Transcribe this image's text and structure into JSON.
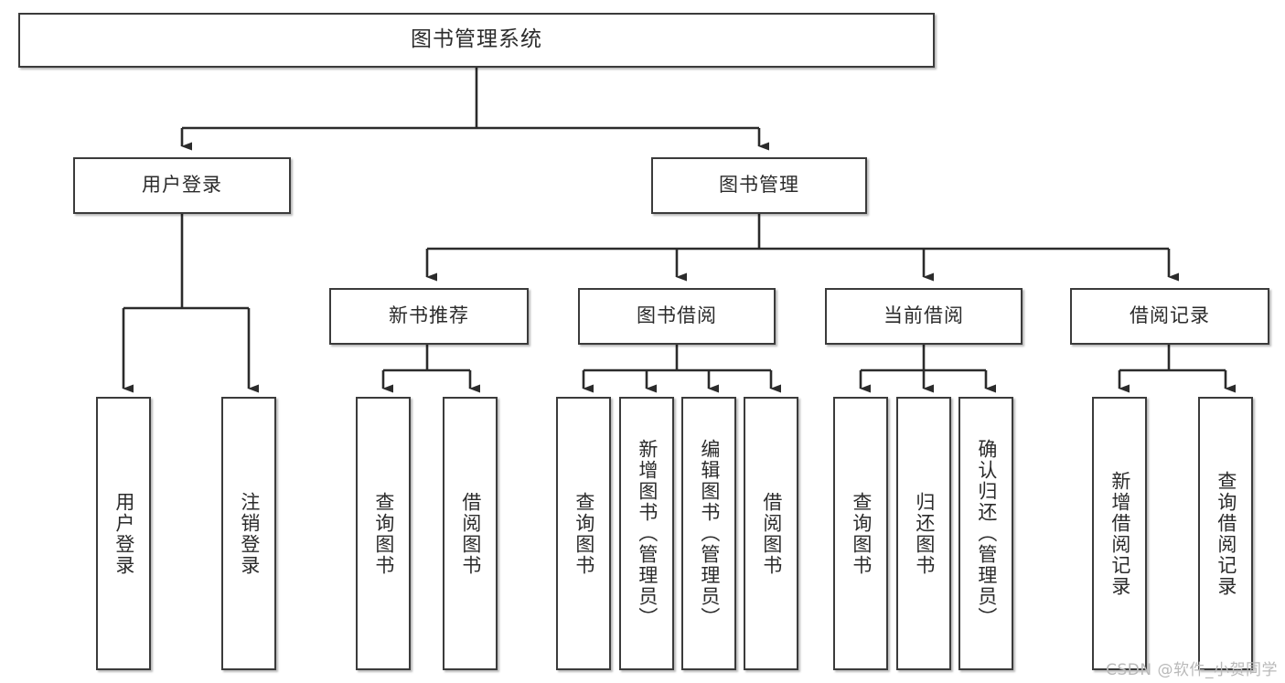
{
  "diagram": {
    "type": "tree-hierarchy",
    "orientation": "top-down",
    "watermark": "CSDN @软件_小贺同学",
    "root": {
      "id": "root",
      "label": "图书管理系统"
    },
    "level1": [
      {
        "id": "user-login",
        "label": "用户登录"
      },
      {
        "id": "book-management",
        "label": "图书管理"
      }
    ],
    "level2": [
      {
        "id": "new-book-recommend",
        "label": "新书推荐",
        "parent": "book-management"
      },
      {
        "id": "book-borrow",
        "label": "图书借阅",
        "parent": "book-management"
      },
      {
        "id": "current-borrow",
        "label": "当前借阅",
        "parent": "book-management"
      },
      {
        "id": "borrow-record",
        "label": "借阅记录",
        "parent": "book-management"
      }
    ],
    "leaves": {
      "user-login": [
        {
          "id": "leaf-user-login",
          "label": "用户登录"
        },
        {
          "id": "leaf-logout",
          "label": "注销登录"
        }
      ],
      "new-book-recommend": [
        {
          "id": "leaf-query-book-1",
          "label": "查询图书"
        },
        {
          "id": "leaf-borrow-book-1",
          "label": "借阅图书"
        }
      ],
      "book-borrow": [
        {
          "id": "leaf-query-book-2",
          "label": "查询图书"
        },
        {
          "id": "leaf-add-book",
          "label": "新增图书（管理员）"
        },
        {
          "id": "leaf-edit-book",
          "label": "编辑图书（管理员）"
        },
        {
          "id": "leaf-borrow-book-2",
          "label": "借阅图书"
        }
      ],
      "current-borrow": [
        {
          "id": "leaf-query-book-3",
          "label": "查询图书"
        },
        {
          "id": "leaf-return-book",
          "label": "归还图书"
        },
        {
          "id": "leaf-confirm-return",
          "label": "确认归还（管理员）"
        }
      ],
      "borrow-record": [
        {
          "id": "leaf-add-record",
          "label": "新增借阅记录"
        },
        {
          "id": "leaf-query-record",
          "label": "查询借阅记录"
        }
      ]
    },
    "colors": {
      "stroke": "#3b3b3b",
      "box_fill": "#ffffff",
      "text": "#2b2b2b",
      "background": "#ffffff",
      "watermark": "#b9b9b9"
    }
  }
}
